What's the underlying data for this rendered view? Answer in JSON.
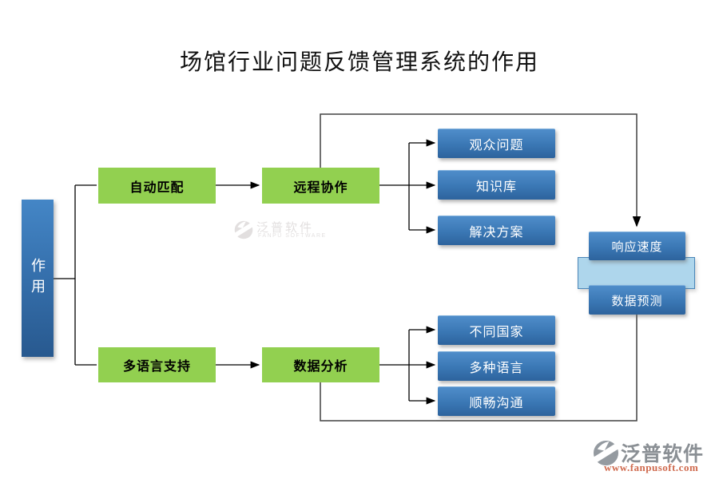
{
  "diagram": {
    "title": "场馆行业问题反馈管理系统的作用",
    "root_label": "作用",
    "branches": [
      {
        "step1": "自动匹配",
        "step2": "远程协作",
        "outputs": [
          "观众问题",
          "知识库",
          "解决方案"
        ]
      },
      {
        "step1": "多语言支持",
        "step2": "数据分析",
        "outputs": [
          "不同国家",
          "多种语言",
          "顺畅沟通"
        ]
      }
    ],
    "results": [
      "响应速度",
      "数据预测"
    ]
  },
  "watermark": {
    "brand": "泛普软件",
    "subtitle": "FANPU SOFTWARE"
  },
  "footer": {
    "brand": "泛普软件",
    "url": "www.fanpusoft.com"
  },
  "colors": {
    "node_green": "#92d050",
    "node_blue_top": "#4f8dca",
    "node_blue_bottom": "#2d639d",
    "band_fill": "#aed6ec",
    "band_border": "#4a86b8",
    "connector": "#000000",
    "loop_line": "#404040",
    "footer_url": "#cf6a4e"
  }
}
